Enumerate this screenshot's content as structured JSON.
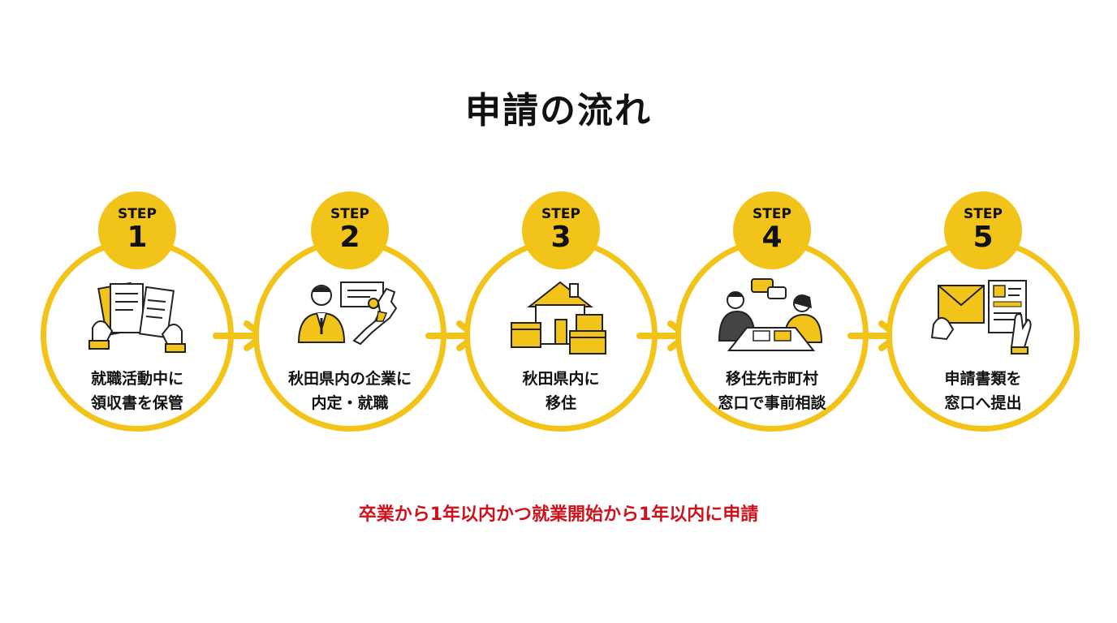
{
  "title": "申請の流れ",
  "colors": {
    "accent": "#F2C41A",
    "note": "#D0101B",
    "text": "#111111"
  },
  "steps": [
    {
      "label": "STEP",
      "number": "1",
      "lines": [
        "就職活動中に",
        "領収書を保管"
      ],
      "icon": "receipts-icon"
    },
    {
      "label": "STEP",
      "number": "2",
      "lines": [
        "秋田県内の企業に",
        "内定・就職"
      ],
      "icon": "job-offer-icon"
    },
    {
      "label": "STEP",
      "number": "3",
      "lines": [
        "秋田県内に",
        "移住"
      ],
      "icon": "house-moving-icon"
    },
    {
      "label": "STEP",
      "number": "4",
      "lines": [
        "移住先市町村",
        "窓口で事前相談"
      ],
      "icon": "consultation-icon"
    },
    {
      "label": "STEP",
      "number": "5",
      "lines": [
        "申請書類を",
        "窓口へ提出"
      ],
      "icon": "submit-documents-icon"
    }
  ],
  "note": "卒業から1年以内かつ就業開始から1年以内に申請"
}
